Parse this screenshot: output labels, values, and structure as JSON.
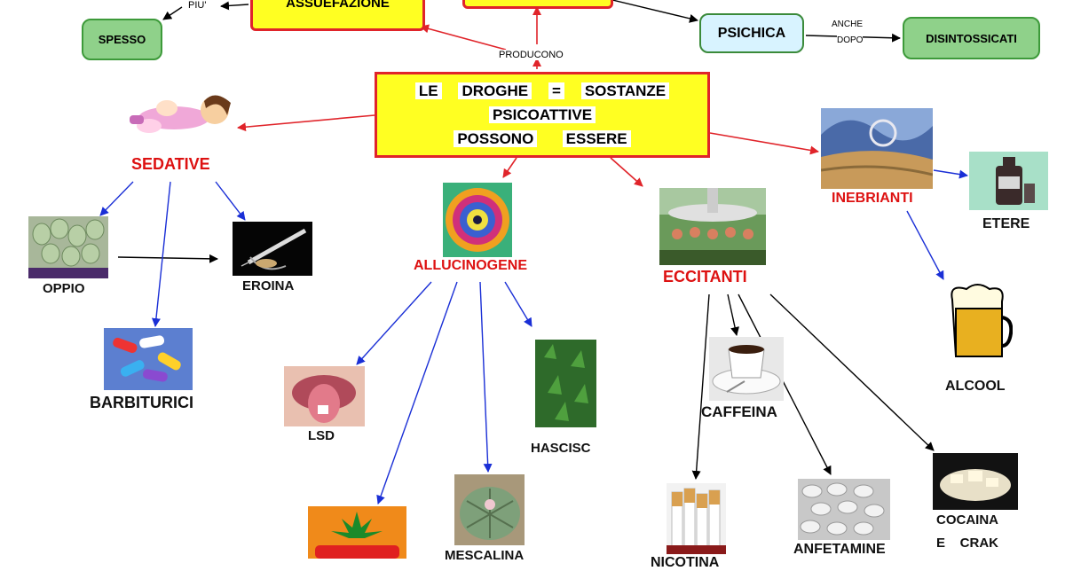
{
  "top": {
    "spesso": "SPESSO",
    "piu": "PIU'",
    "assuefazione": "ASSUEFAZIONE",
    "producono": "PRODUCONO",
    "psichica": "PSICHICA",
    "anche": "ANCHE",
    "dopo": "DOPO",
    "disintossicati": "DISINTOSSICATI"
  },
  "central": {
    "line1": [
      "LE",
      "DROGHE",
      "=",
      "SOSTANZE"
    ],
    "line2": "PSICOATTIVE",
    "line3": [
      "POSSONO",
      "ESSERE"
    ]
  },
  "categories": {
    "sedative": "SEDATIVE",
    "allucinogene": "ALLUCINOGENE",
    "eccitanti": "ECCITANTI",
    "inebrianti": "INEBRIANTI"
  },
  "substances": {
    "oppio": "OPPIO",
    "eroina": "EROINA",
    "barbiturici": "BARBITURICI",
    "lsd": "LSD",
    "hascisc": "HASCISC",
    "mescalina": "MESCALINA",
    "caffeina": "CAFFEINA",
    "nicotina": "NICOTINA",
    "anfetamine": "ANFETAMINE",
    "cocaina": "COCAINA",
    "e_crak": "E    CRAK",
    "etere": "ETERE",
    "alcool": "ALCOOL"
  },
  "colors": {
    "category_text": "#dd1111",
    "central_fill": "#ffff22",
    "central_border": "#e0242a",
    "red_arrow": "#e0242a",
    "blue_arrow": "#1a2fd6",
    "black_arrow": "#000000",
    "green_box": "#8fd18a",
    "psichica_box": "#d8f3ff"
  }
}
